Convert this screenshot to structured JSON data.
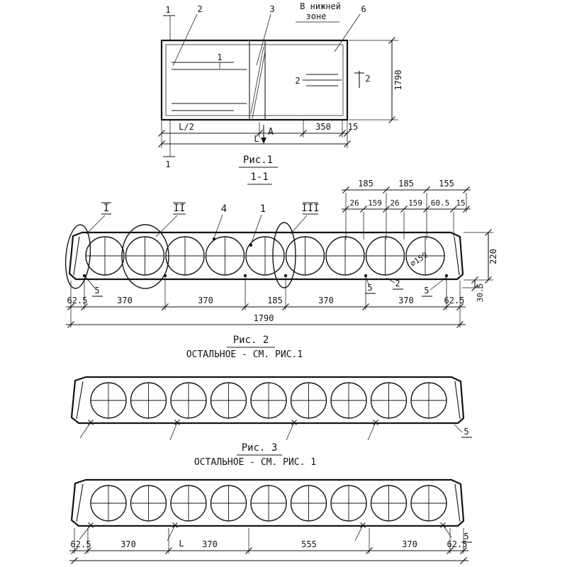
{
  "fig1": {
    "title": "Рис.1",
    "section_title": "1-1",
    "note_line1": "В нижней",
    "note_line2": "зоне",
    "marks": {
      "sec1_top": "1",
      "pos2": "2",
      "pos3": "3",
      "pos6": "6",
      "bar1": "1",
      "bar2": "2",
      "sec2": "2",
      "secA": "А",
      "sec1_bottom": "1"
    },
    "dims": {
      "half_length": "L/2",
      "length": "L",
      "d350": "350",
      "d15": "15",
      "width": "1790"
    }
  },
  "fig2": {
    "title": "Рис. 2",
    "note": "ОСТАЛЬНОЕ - СМ. РИС.1",
    "marks": {
      "detail_i": "I",
      "detail_ii": "II",
      "detail_iii": "III",
      "pos4": "4",
      "pos1": "1",
      "pos5_left": "5",
      "pos5_mid": "5",
      "pos2": "2",
      "pos5_right": "5",
      "core_dia": "∅159"
    },
    "dims_top_row1": [
      "185",
      "185",
      "155"
    ],
    "dims_top_row2": [
      "26",
      "159",
      "26",
      "159",
      "60.5",
      "15"
    ],
    "dims_right": {
      "height": "220",
      "bottom_offset": "30.5"
    },
    "dims_bottom": [
      "62.5",
      "370",
      "370",
      "185",
      "370",
      "370",
      "62.5"
    ],
    "dim_total": "1790"
  },
  "fig3": {
    "title": "Рис. 3",
    "note": "ОСТАЛЬНОЕ - СМ. РИС. 1",
    "pos5": "5"
  },
  "fig4": {
    "pos5": "5",
    "dim_l": "L",
    "dims_bottom": [
      "62.5",
      "370",
      "370",
      "555",
      "370",
      "62.5"
    ]
  }
}
